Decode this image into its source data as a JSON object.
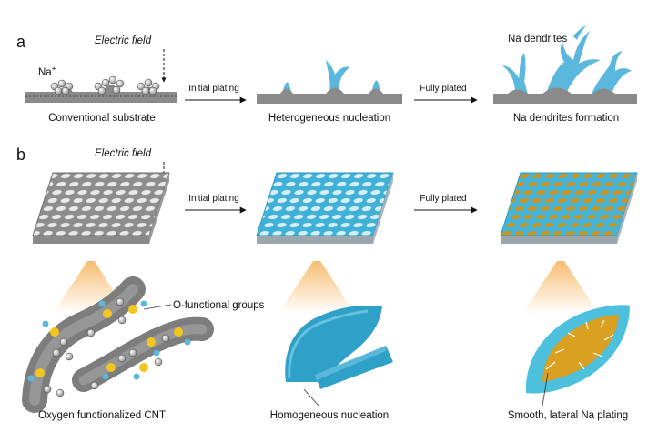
{
  "panels": {
    "a": "a",
    "b": "b"
  },
  "row_a": {
    "field": "Electric field",
    "ion": "Na",
    "ion_sup": "+",
    "arrow1": "Initial plating",
    "arrow2": "Fully plated",
    "dendrites_label": "Na dendrites",
    "caption1": "Conventional substrate",
    "caption2": "Heterogeneous nucleation",
    "caption3": "Na dendrites formation"
  },
  "row_b": {
    "field": "Electric field",
    "arrow1": "Initial plating",
    "arrow2": "Fully plated",
    "groups_label": "O-functional groups",
    "caption1": "Oxygen functionalized CNT",
    "caption2": "Homogeneous nucleation",
    "caption3": "Smooth, lateral Na plating"
  },
  "colors": {
    "substrate": "#8a8a8a",
    "sodium": "#5bb8dc",
    "sodium_dark": "#2fa0c8",
    "plated": "#d9a021",
    "oxygen_group": "#f2c61f",
    "glow": "#f6b96a"
  }
}
